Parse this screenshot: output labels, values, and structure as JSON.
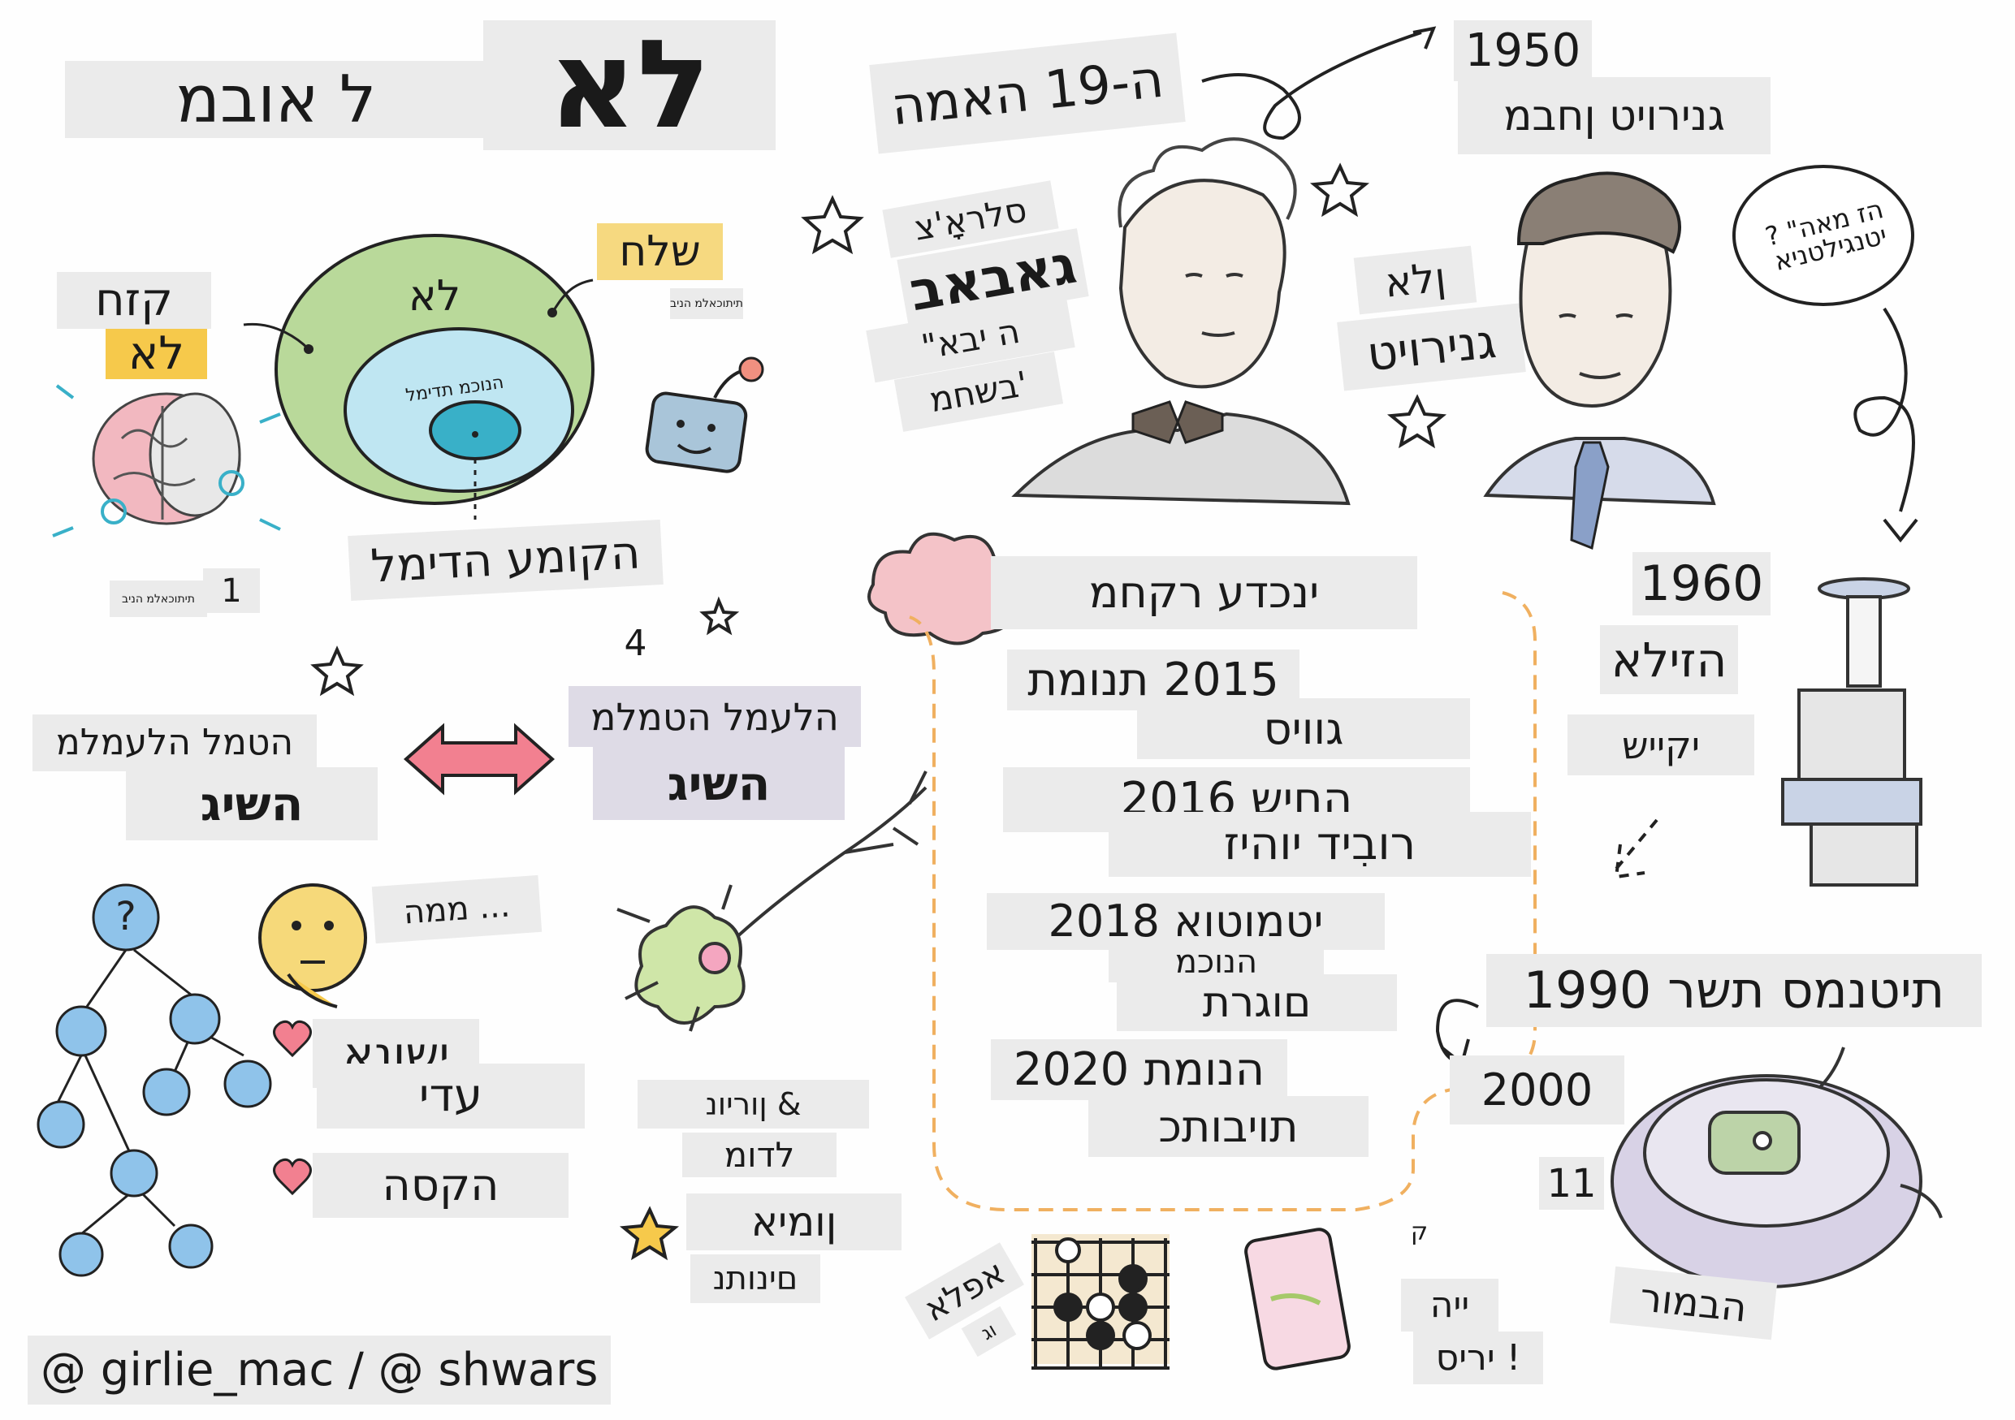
{
  "title": {
    "big": "לא",
    "rest": "ל אובמ"
  },
  "intro": {
    "zone_label": "קזח",
    "zone_label2": "לא",
    "side_label": "שלח",
    "side_small": "תיתוכאלמ הניב",
    "circle_outer": "לא",
    "circle_mid": "הנוכמ תדימל",
    "deep_label": "הקומע הדימל",
    "note_one": "1",
    "note_small": "תיתוכאלמ הניב",
    "quote_mark": "\",",
    "side_num": "4"
  },
  "history": {
    "era19": "ה-19 האמה",
    "year1950": "1950",
    "turing_title": "גנירויט ןחבמ",
    "babbage_1": "סלראָ'צ",
    "babbage_2": "גאבאב",
    "babbage_3": "ה יבא\"",
    "babbage_4": "'בשחמ",
    "turing_1": "ןלא",
    "turing_2": "גנירויט",
    "speech": "הז מאה\" ?יטנגילטניא",
    "year1960": "1960",
    "shakey_1": "הזילא",
    "shakey_2": "יקייש",
    "year1990": "תיטנמס תשר 1990",
    "year2000": "2000",
    "roomba_label": "הבמור",
    "num11": "11"
  },
  "timeline": {
    "header": "ינכדע רקחמ",
    "items": [
      {
        "line1": "2015 תנומת",
        "line2": "גוויס"
      },
      {
        "line1": "החיש 2016",
        "line2": "רובִיד יוהיז"
      },
      {
        "line1": "יטמוטוא 2018",
        "line2": "הנוכמ",
        "line3": "םוגרת"
      },
      {
        "line1": "הנומת 2020",
        "line2": "תויבותכ"
      }
    ],
    "alphago_1": "אפלא",
    "alphago_2": "וג",
    "phone_1": "ק",
    "siri_1": "ייה",
    "siri_2": "! יריס"
  },
  "approaches": {
    "left_1": "הטמל הלעמלמ",
    "left_2": "השיג",
    "right_1": "הלעמל הטמלמ",
    "right_2": "השיג",
    "thinking": "... ממה",
    "check_1_a": "ישונא",
    "check_1_b": "עדי",
    "check_2": "הקסה",
    "neuron_1": "& ןוריונ",
    "neuron_2": "לדומ",
    "neuron_3": "ןומיא",
    "neuron_4": "םינותנ"
  },
  "credit": "@ girlie_mac / @ shwars",
  "colors": {
    "green": "#a8d08d",
    "blue": "#bfe4f2",
    "teal": "#39b0c8",
    "yellow": "#f6c94b",
    "pink": "#f2a0a8",
    "orange_dash": "#f0b060",
    "gray_label": "#ebebeb"
  },
  "icons": [
    "brain-icon",
    "robot-icon",
    "star-icon",
    "heart-icon",
    "thinking-face-icon",
    "neuron-icon",
    "tree-diagram-icon",
    "go-board-icon",
    "phone-icon",
    "roomba-icon",
    "shakey-robot-icon",
    "cloud-brain-icon",
    "arrow-icon"
  ]
}
